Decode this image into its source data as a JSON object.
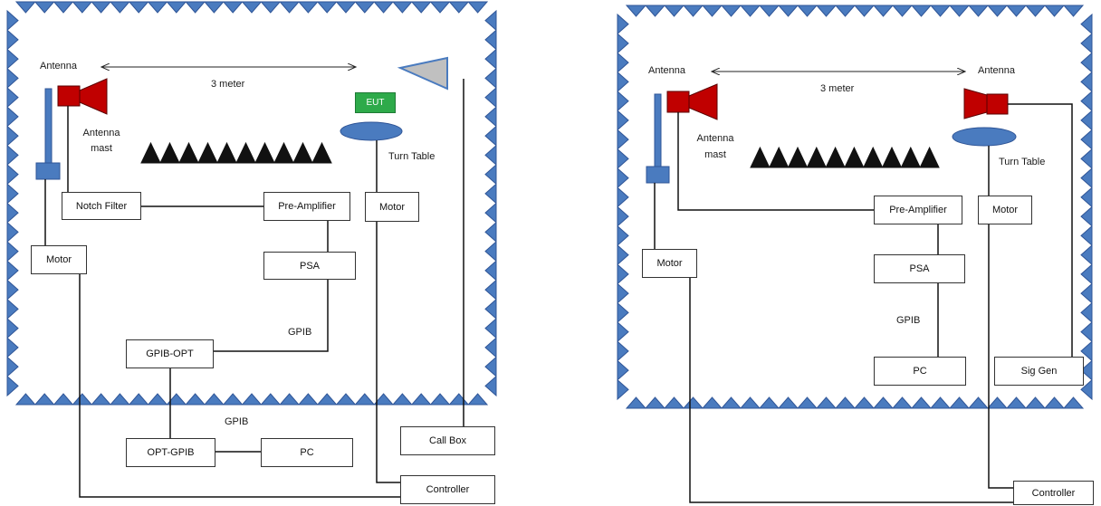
{
  "colors": {
    "absorber": "#4a7bbf",
    "antenna_horn": "#c00000",
    "turn_table": "#4a7bbf",
    "eut_box": "#2eaa4a",
    "receive_antenna": "#c0c0c0"
  },
  "left": {
    "antenna_label": "Antenna",
    "distance_label": "3 meter",
    "mast_label_1": "Antenna",
    "mast_label_2": "mast",
    "eut_label": "EUT",
    "turn_table_label": "Turn Table",
    "notch_filter": "Notch Filter",
    "pre_amplifier": "Pre-Amplifier",
    "motor_right": "Motor",
    "motor_left": "Motor",
    "psa": "PSA",
    "gpib_1": "GPIB",
    "gpib_opt": "GPIB-OPT",
    "gpib_2": "GPIB",
    "opt_gpib": "OPT-GPIB",
    "pc": "PC",
    "call_box": "Call Box",
    "controller": "Controller"
  },
  "right": {
    "antenna_left_label": "Antenna",
    "antenna_right_label": "Antenna",
    "distance_label": "3 meter",
    "mast_label_1": "Antenna",
    "mast_label_2": "mast",
    "turn_table_label": "Turn Table",
    "pre_amplifier": "Pre-Amplifier",
    "motor_right": "Motor",
    "motor_left": "Motor",
    "psa": "PSA",
    "gpib": "GPIB",
    "pc": "PC",
    "sig_gen": "Sig Gen",
    "controller": "Controller"
  }
}
